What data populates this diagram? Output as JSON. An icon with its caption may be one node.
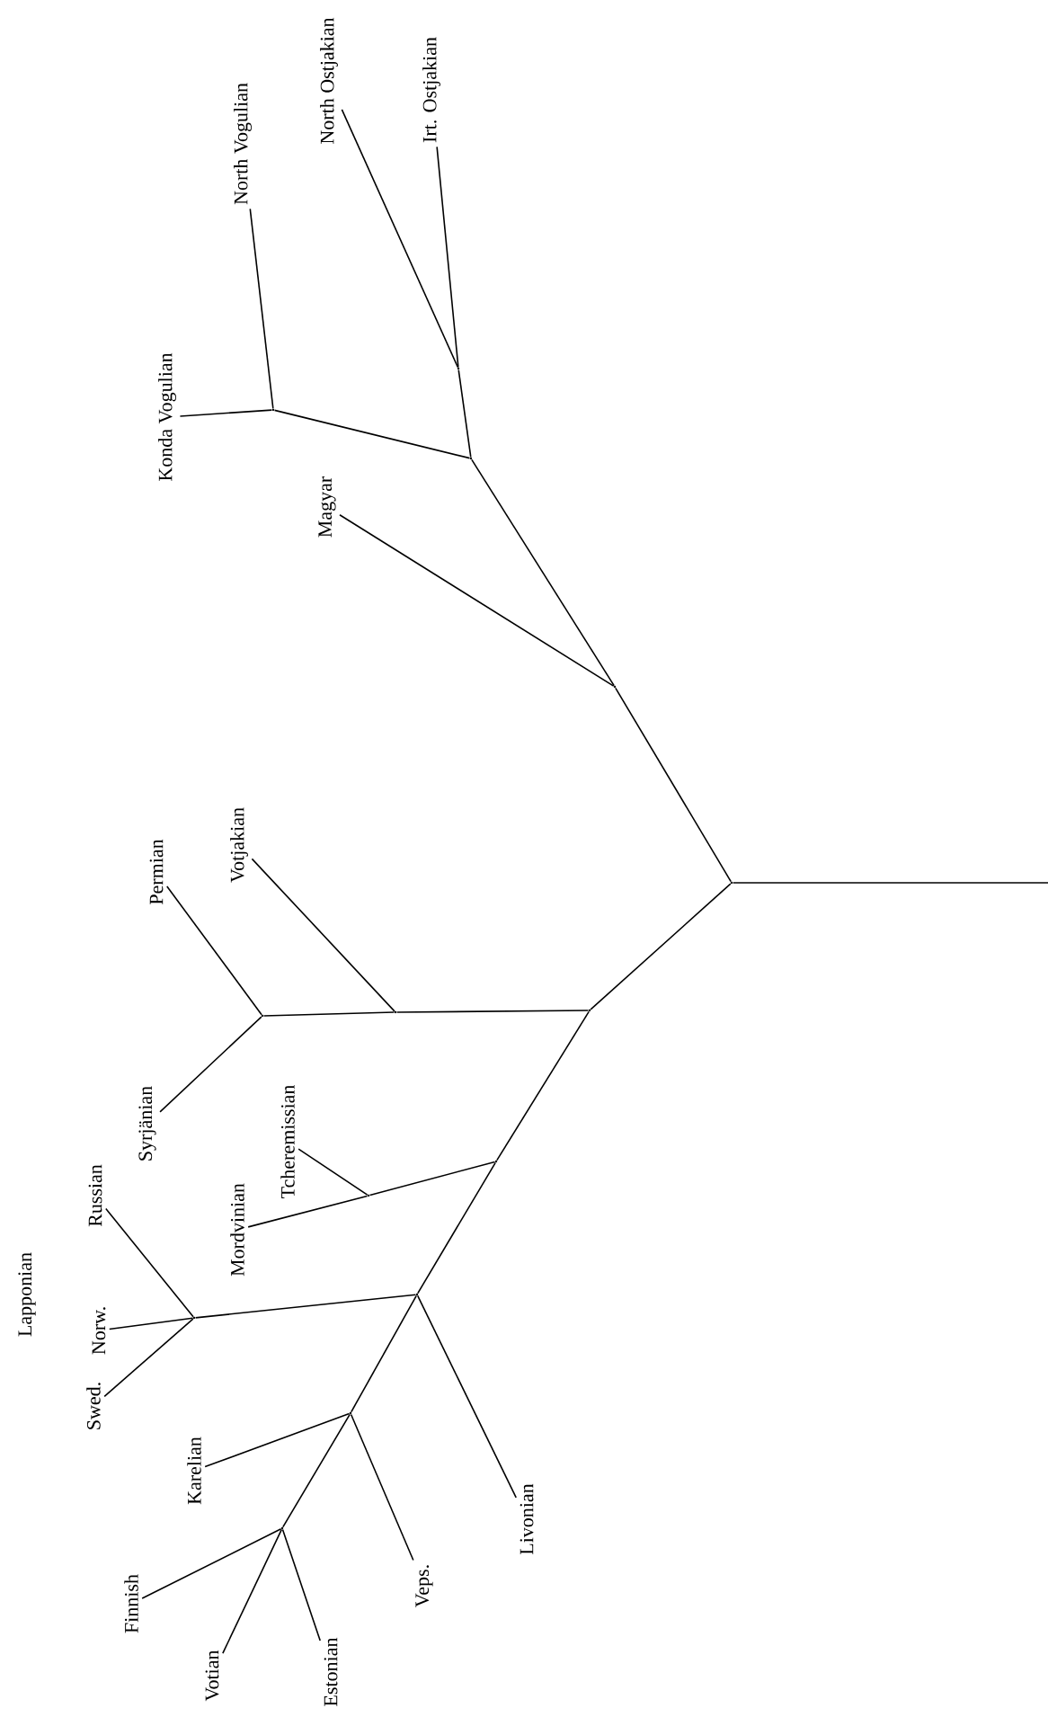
{
  "diagram": {
    "nodes": [
      {
        "text": [
          "North Vogulian"
        ]
      },
      {
        "text": [
          "North Ostjakian"
        ]
      },
      {
        "text": [
          "Irt. Ostjakian"
        ]
      },
      {
        "text": [
          "Konda Vogulian"
        ]
      },
      {
        "text": [
          "Magyar"
        ]
      },
      {
        "text": [
          "Permian"
        ]
      },
      {
        "text": [
          "Votjakian"
        ]
      },
      {
        "text": [
          "Syrjänian"
        ]
      },
      {
        "text": [
          "Tcheremissian"
        ]
      },
      {
        "text": [
          "Russian"
        ]
      },
      {
        "text": [
          "Mordvinian"
        ]
      },
      {
        "text": [
          "Norw."
        ]
      },
      {
        "text": [
          "Swed."
        ]
      },
      {
        "text": [
          "Karelian"
        ]
      },
      {
        "text": [
          "Livonian"
        ]
      },
      {
        "text": [
          "Veps."
        ]
      },
      {
        "text": [
          "Finnish"
        ]
      },
      {
        "text": [
          "Votian"
        ]
      },
      {
        "text": [
          "Estonian"
        ]
      },
      {
        "text": [],
        "shape": "point"
      },
      {
        "text": [],
        "shape": "point"
      },
      {
        "text": [],
        "shape": "point"
      },
      {
        "text": [],
        "shape": "point"
      },
      {
        "text": [],
        "shape": "point"
      },
      {
        "text": [],
        "shape": "point"
      },
      {
        "text": [],
        "shape": "point"
      },
      {
        "text": [],
        "shape": "point"
      },
      {
        "text": [],
        "shape": "point"
      },
      {
        "text": [],
        "shape": "point"
      },
      {
        "text": [],
        "shape": "point"
      },
      {
        "text": [],
        "shape": "point"
      },
      {
        "text": [],
        "shape": "point"
      },
      {
        "text": [],
        "shape": "point"
      }
    ],
    "edges": [
      {
        "from": null,
        "to": 23,
        "arrow": "none"
      },
      {
        "from": 23,
        "to": 22,
        "arrow": "none"
      },
      {
        "from": 22,
        "to": 4,
        "arrow": "none"
      },
      {
        "from": 22,
        "to": 21,
        "arrow": "none"
      },
      {
        "from": 21,
        "to": 20,
        "arrow": "none"
      },
      {
        "from": 20,
        "to": 3,
        "arrow": "none"
      },
      {
        "from": 20,
        "to": 0,
        "arrow": "none"
      },
      {
        "from": 21,
        "to": 19,
        "arrow": "none"
      },
      {
        "from": 19,
        "to": 1,
        "arrow": "none"
      },
      {
        "from": 19,
        "to": 2,
        "arrow": "none"
      },
      {
        "from": 23,
        "to": 26,
        "arrow": "none"
      },
      {
        "from": 26,
        "to": 25,
        "arrow": "none"
      },
      {
        "from": 25,
        "to": 6,
        "arrow": "none"
      },
      {
        "from": 25,
        "to": 24,
        "arrow": "none"
      },
      {
        "from": 24,
        "to": 5,
        "arrow": "none"
      },
      {
        "from": 24,
        "to": 7,
        "arrow": "none"
      },
      {
        "from": 26,
        "to": 28,
        "arrow": "none"
      },
      {
        "from": 28,
        "to": 27,
        "arrow": "none"
      },
      {
        "from": 27,
        "to": 8,
        "arrow": "none"
      },
      {
        "from": 27,
        "to": 10,
        "arrow": "none"
      },
      {
        "from": 28,
        "to": 30,
        "arrow": "none"
      },
      {
        "from": 30,
        "to": 29,
        "arrow": "none"
      },
      {
        "from": 29,
        "to": 9,
        "arrow": "none"
      },
      {
        "from": 29,
        "to": 11,
        "arrow": "none"
      },
      {
        "from": 29,
        "to": 12,
        "arrow": "none"
      },
      {
        "from": 30,
        "to": 14,
        "arrow": "none"
      },
      {
        "from": 30,
        "to": 31,
        "arrow": "none"
      },
      {
        "from": 31,
        "to": 13,
        "arrow": "none"
      },
      {
        "from": 31,
        "to": 15,
        "arrow": "none"
      },
      {
        "from": 31,
        "to": 32,
        "arrow": "none"
      },
      {
        "from": 32,
        "to": 16,
        "arrow": "none"
      },
      {
        "from": 32,
        "to": 17,
        "arrow": "none"
      },
      {
        "from": 32,
        "to": 18,
        "arrow": "none"
      }
    ],
    "labels": [
      "Lapponian"
    ]
  }
}
